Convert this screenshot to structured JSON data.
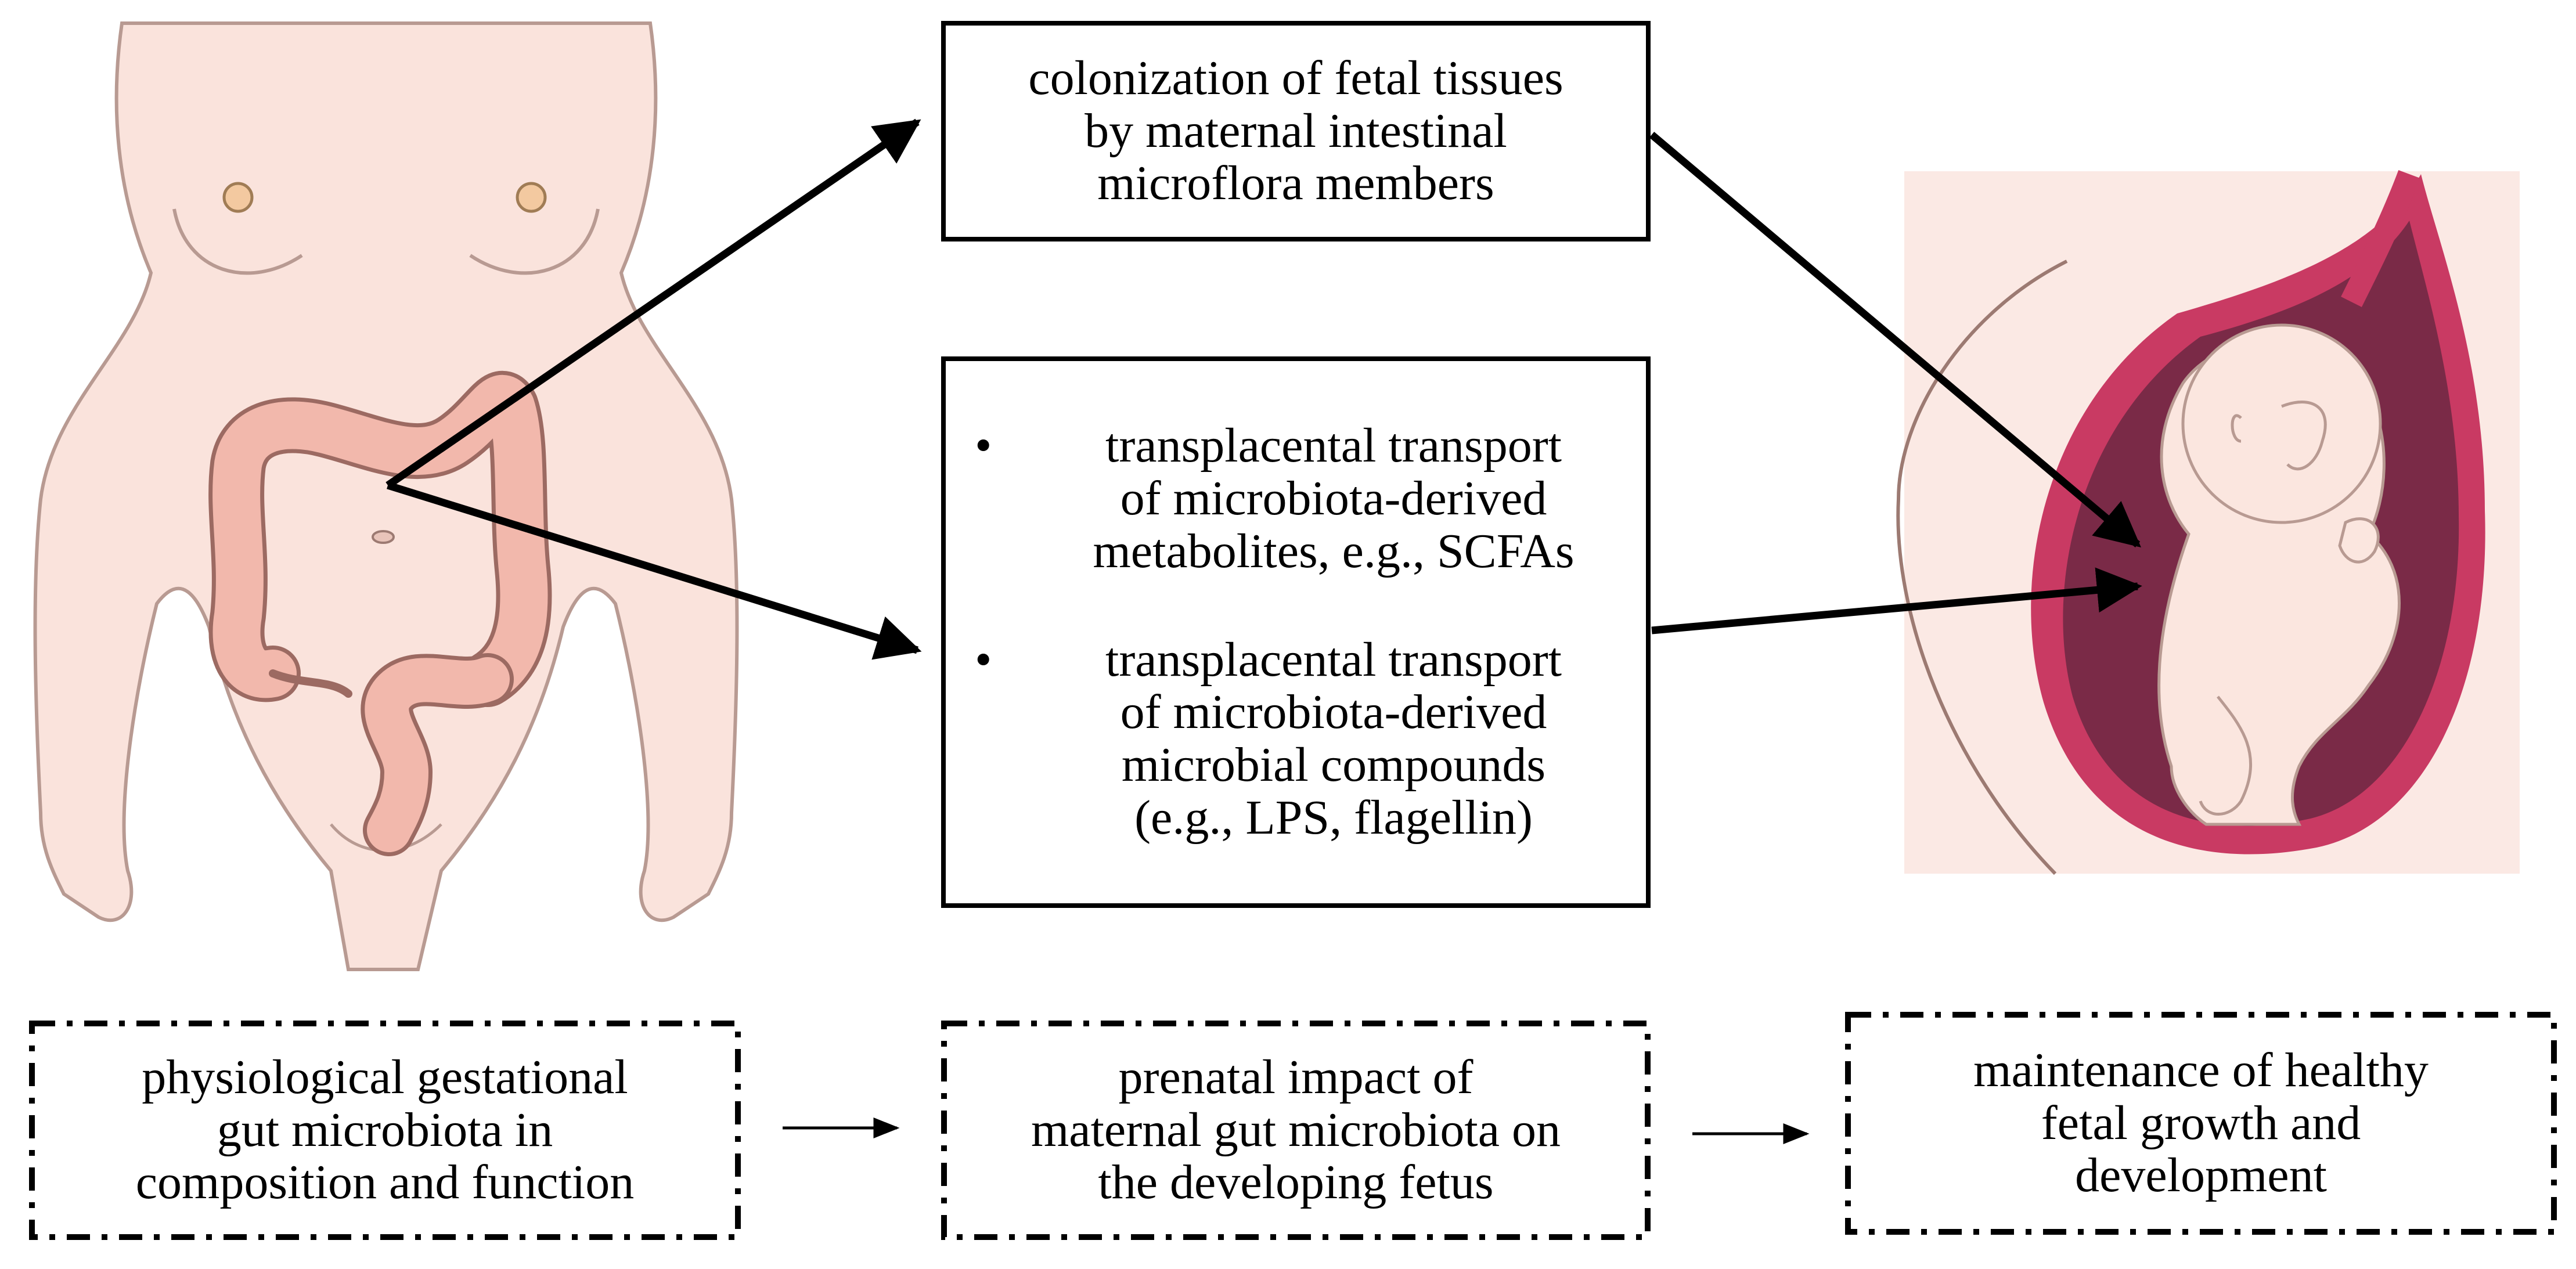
{
  "top_box": {
    "lines": [
      "colonization of fetal tissues",
      "by maternal intestinal",
      "microflora members"
    ]
  },
  "middle_box": {
    "bullets": [
      {
        "marker": "•",
        "lines": [
          "transplacental transport",
          "of microbiota-derived",
          "metabolites, e.g., SCFAs"
        ]
      },
      {
        "marker": "•",
        "lines": [
          "transplacental transport",
          "of microbiota-derived",
          "microbial compounds",
          "(e.g., LPS, flagellin)"
        ]
      }
    ]
  },
  "flow": [
    {
      "lines": [
        "physiological gestational",
        "gut microbiota in",
        "composition and function"
      ]
    },
    {
      "lines": [
        "prenatal impact of",
        "maternal gut microbiota on",
        "the developing fetus"
      ]
    },
    {
      "lines": [
        "maintenance of healthy",
        "fetal growth and",
        "development"
      ]
    }
  ],
  "colors": {
    "skin": "#fae3dc",
    "skin_outline": "#b89a92",
    "intestine": "#f2b8ac",
    "intestine_outline": "#9c6a62",
    "uterus_wall": "#c93a63",
    "amniotic_cavity": "#7a2a47",
    "fetus": "#fbe6df",
    "placenta_panel": "#fbe9e4"
  }
}
